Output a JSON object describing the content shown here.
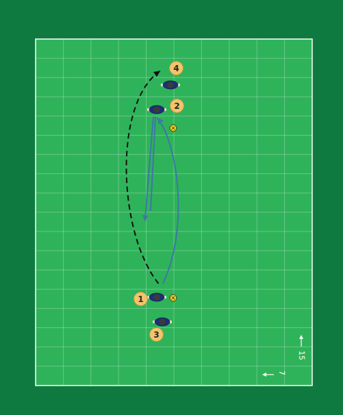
{
  "diagram": {
    "nodes": [
      {
        "text": [
          "4"
        ]
      },
      {
        "text": [
          "2"
        ]
      },
      {
        "text": [
          "1"
        ]
      },
      {
        "text": [
          "3"
        ]
      }
    ],
    "edges": [
      {
        "from": 2,
        "to": 0,
        "arrow": "to"
      },
      {
        "from": 2,
        "to": 1,
        "arrow": "to"
      }
    ],
    "labels": [
      "15",
      "7"
    ]
  }
}
